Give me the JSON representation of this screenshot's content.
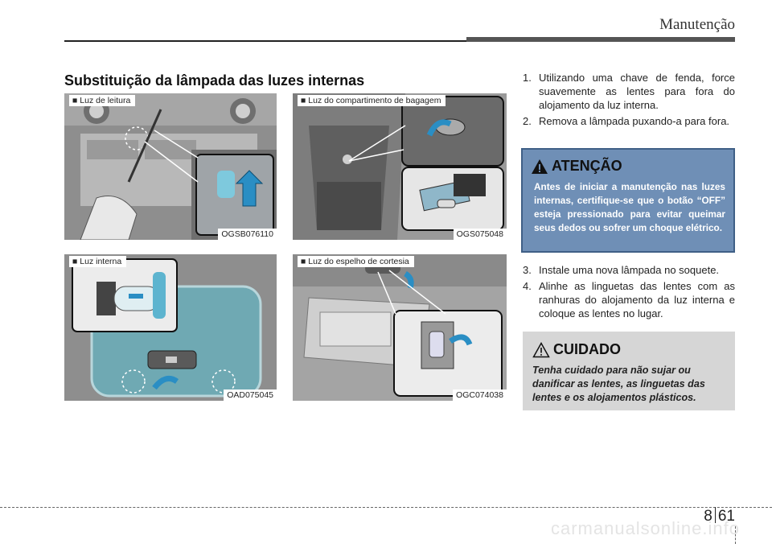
{
  "header": {
    "title": "Manutenção"
  },
  "section": {
    "title": "Substituição da lâmpada das luzes internas"
  },
  "figures": [
    {
      "label": "Luz de leitura",
      "code": "OGSB076110"
    },
    {
      "label": "Luz do compartimento de bagagem",
      "code": "OGS075048"
    },
    {
      "label": "Luz interna",
      "code": "OAD075045"
    },
    {
      "label": "Luz do espelho de cortesia",
      "code": "OGC074038"
    }
  ],
  "steps_top": [
    {
      "num": "1.",
      "text": "Utilizando uma chave de fenda, force suavemente as lentes para fora do alojamento da luz interna."
    },
    {
      "num": "2.",
      "text": "Remova a lâmpada puxando-a para fora."
    }
  ],
  "atencao": {
    "title": "ATENÇÃO",
    "text": "Antes de iniciar a manutenção nas luzes internas, certifique-se que o botão “OFF” esteja pressionado para evitar queimar seus dedos ou sofrer um choque elétrico."
  },
  "steps_bottom": [
    {
      "num": "3.",
      "text": "Instale uma nova lâmpada no soquete."
    },
    {
      "num": "4.",
      "text": "Alinhe as linguetas das lentes com as ranhuras do alojamento da luz interna e coloque as lentes no lugar."
    }
  ],
  "cuidado": {
    "title": "CUIDADO",
    "text": "Tenha cuidado para não sujar ou danificar as lentes, as linguetas das lentes e os alojamentos plásticos."
  },
  "footer": {
    "chapter": "8",
    "page": "61"
  },
  "watermark": "carmanualsonline.info",
  "icons": {
    "bullet": "black-square-bullet-icon",
    "warning": "warning-triangle-icon"
  }
}
